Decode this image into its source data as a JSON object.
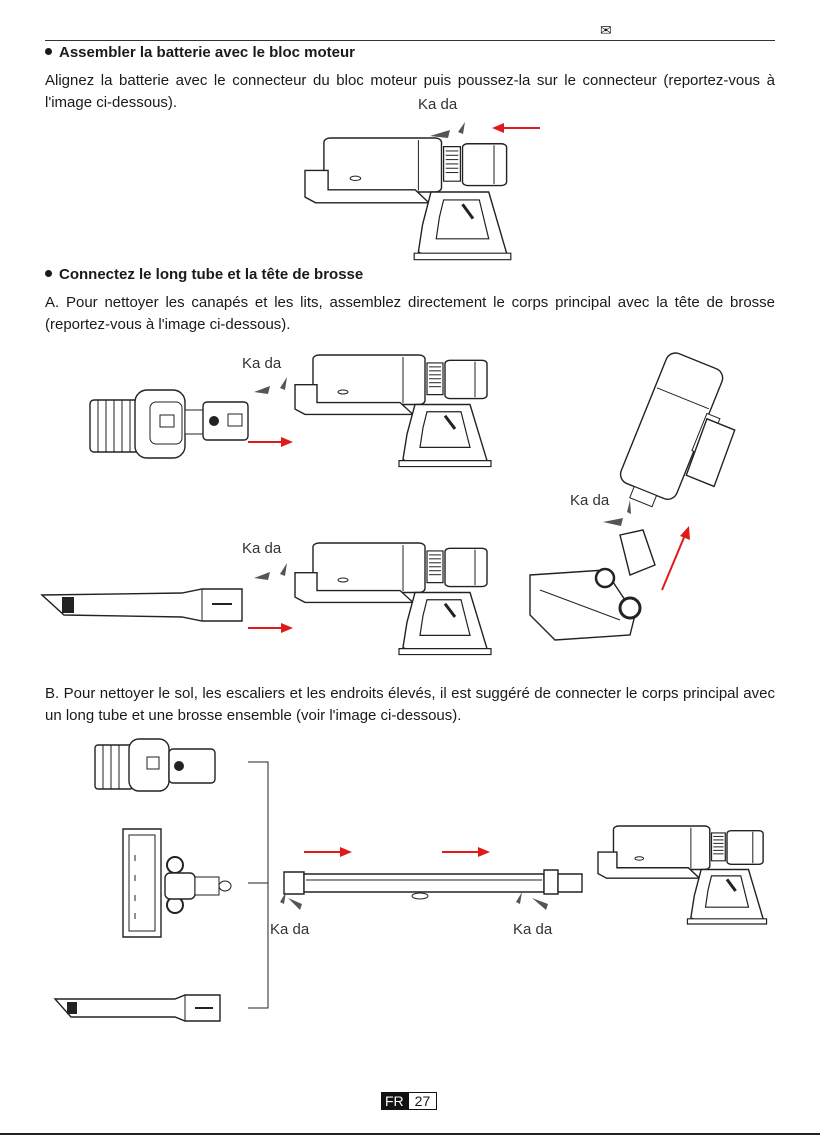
{
  "header": {
    "envelope_icon": "envelope-icon"
  },
  "section1": {
    "heading": "Assembler la batterie avec le bloc moteur",
    "paragraph": "Alignez la batterie avec le connecteur du bloc moteur puis poussez-la sur le connecteur (reportez-vous à l'image ci-dessous).",
    "click_label": "Ka da"
  },
  "section2": {
    "heading": "Connectez le long tube et la tête de brosse",
    "paragraph_a": "A. Pour nettoyer les canapés et les lits, assemblez directement le corps principal avec la tête de brosse (reportez-vous à l'image ci-dessous).",
    "click_label_1": "Ka da",
    "click_label_2": "Ka da",
    "click_label_3": "Ka da",
    "paragraph_b": "B. Pour nettoyer le sol, les escaliers et les endroits élevés, il est suggéré de connecter le corps principal avec un long tube et une brosse ensemble (voir l'image ci-dessous).",
    "click_label_4": "Ka da",
    "click_label_5": "Ka da"
  },
  "footer": {
    "language": "FR",
    "page_number": "27"
  },
  "colors": {
    "arrow": "#e01a1a",
    "line": "#222222"
  }
}
